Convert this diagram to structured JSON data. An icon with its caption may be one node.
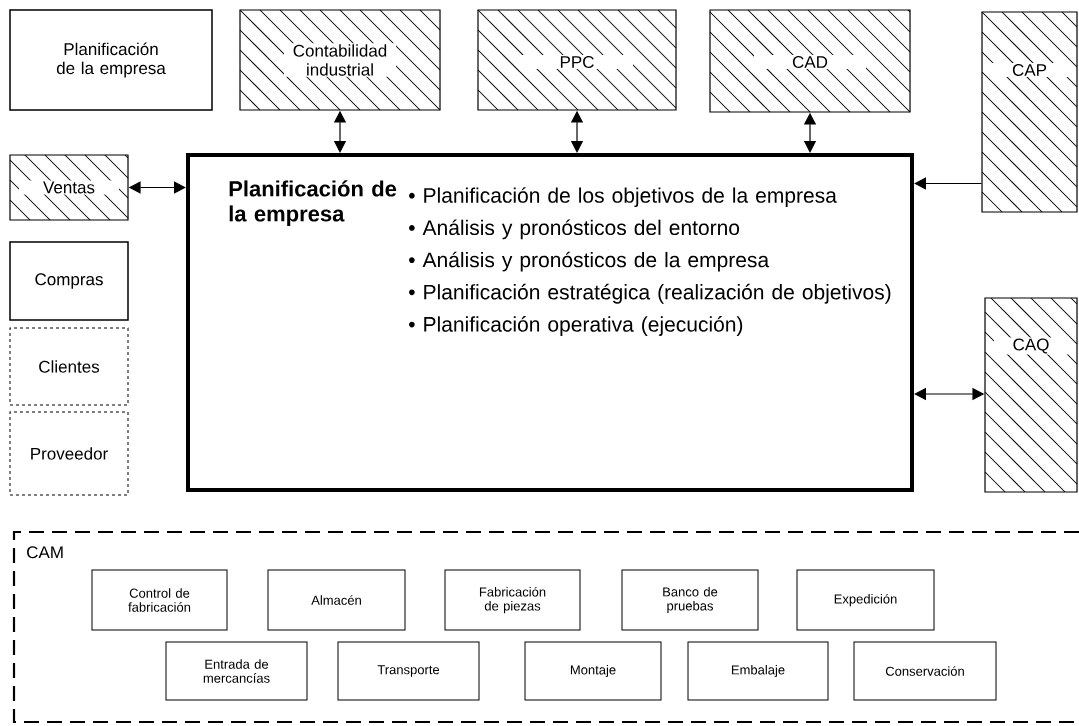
{
  "diagram": {
    "nodes": [
      {
        "text": [
          "Planificación de la empresa"
        ]
      },
      {
        "text": [
          "Contabilidad industrial"
        ]
      },
      {
        "text": [
          "PPC"
        ]
      },
      {
        "text": [
          "CAD"
        ]
      },
      {
        "text": [
          "CAP"
        ]
      },
      {
        "text": [
          "Ventas"
        ]
      },
      {
        "text": [
          "Planificación de la empresa",
          "• Planificación de los objetivos de la empresa",
          "• Análisis y pronósticos del entorno",
          "• Análisis y pronósticos de la empresa",
          "• Planificación estratégica (realización de objetivos)",
          "• Planificación operativa (ejecución)"
        ]
      },
      {
        "text": [
          "Compras"
        ]
      },
      {
        "text": [
          "Clientes"
        ]
      },
      {
        "text": [
          "Proveedor"
        ]
      },
      {
        "text": [
          "CAQ"
        ]
      },
      {
        "text": [
          "CAM"
        ]
      },
      {
        "text": [
          "Control de fabricación"
        ],
        "in": 11
      },
      {
        "text": [
          "Almacén"
        ],
        "in": 11
      },
      {
        "text": [
          "Fabricación de piezas"
        ],
        "in": 11
      },
      {
        "text": [
          "Banco de pruebas"
        ],
        "in": 11
      },
      {
        "text": [
          "Expedición"
        ],
        "in": 11
      },
      {
        "text": [
          "Entrada de mercancías"
        ],
        "in": 11
      },
      {
        "text": [
          "Transporte"
        ],
        "in": 11
      },
      {
        "text": [
          "Montaje"
        ],
        "in": 11
      },
      {
        "text": [
          "Embalaje"
        ],
        "in": 11
      },
      {
        "text": [
          "Conservación"
        ],
        "in": 11
      }
    ],
    "edges": [
      {
        "from": 1,
        "to": 6,
        "arrow": "both"
      },
      {
        "from": 2,
        "to": 6,
        "arrow": "both"
      },
      {
        "from": 3,
        "to": 6,
        "arrow": "both"
      },
      {
        "from": 4,
        "to": 6,
        "arrow": "to"
      },
      {
        "from": 5,
        "to": 6,
        "arrow": "both"
      },
      {
        "from": 10,
        "to": 6,
        "arrow": "both"
      }
    ]
  }
}
